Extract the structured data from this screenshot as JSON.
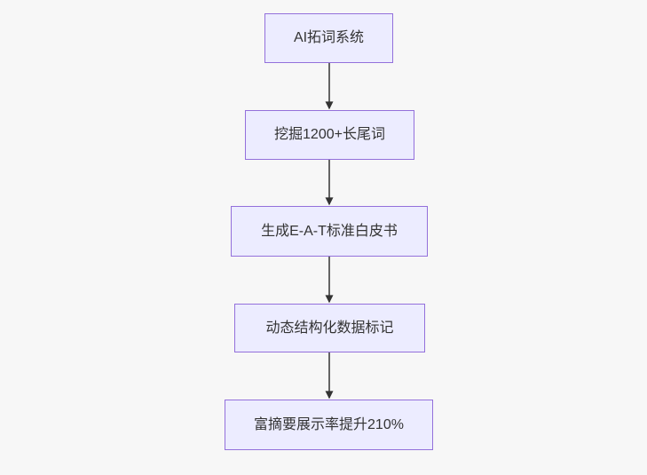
{
  "flowchart": {
    "direction": "top-down",
    "nodes": [
      {
        "label": "AI拓词系统"
      },
      {
        "label": "挖掘1200+长尾词"
      },
      {
        "label": "生成E-A-T标准白皮书"
      },
      {
        "label": "动态结构化数据标记"
      },
      {
        "label": "富摘要展示率提升210%"
      }
    ],
    "edges": [
      {
        "from": 0,
        "to": 1
      },
      {
        "from": 1,
        "to": 2
      },
      {
        "from": 2,
        "to": 3
      },
      {
        "from": 3,
        "to": 4
      }
    ]
  },
  "theme": {
    "page_bg": "#f7f7f7",
    "node_fill": "#ececff",
    "node_border": "#9370db",
    "node_text": "#333333",
    "arrow_color": "#333333"
  }
}
